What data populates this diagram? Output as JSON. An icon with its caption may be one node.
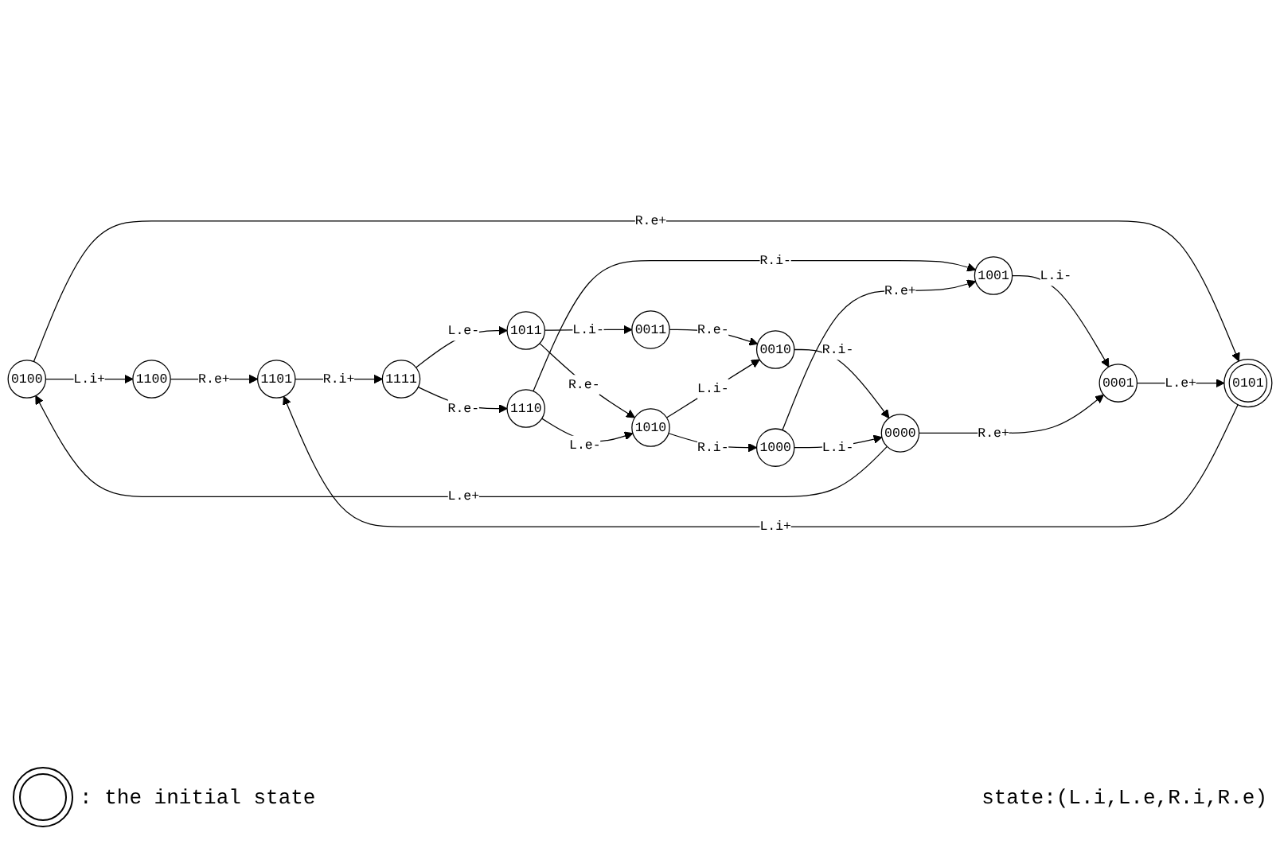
{
  "diagram": {
    "nodes": [
      {
        "text": [
          "0100"
        ]
      },
      {
        "text": [
          "1100"
        ]
      },
      {
        "text": [
          "0101"
        ]
      },
      {
        "text": [
          "1101"
        ]
      },
      {
        "text": [
          "1111"
        ]
      },
      {
        "text": [
          "1011"
        ]
      },
      {
        "text": [
          "0011"
        ]
      },
      {
        "text": [
          "1110"
        ]
      },
      {
        "text": [
          "1010"
        ]
      },
      {
        "text": [
          "0010"
        ]
      },
      {
        "text": [
          "1001"
        ]
      },
      {
        "text": [
          "1000"
        ]
      },
      {
        "text": [
          "0001"
        ]
      },
      {
        "text": [
          "0000"
        ]
      }
    ],
    "edges": [
      {
        "from": 0,
        "to": 1,
        "arrow": "to",
        "label": "L.i+"
      },
      {
        "from": 0,
        "to": 2,
        "arrow": "to",
        "label": "R.e+"
      },
      {
        "from": 1,
        "to": 3,
        "arrow": "to",
        "label": "R.e+"
      },
      {
        "from": 2,
        "to": 3,
        "arrow": "to",
        "label": "L.i+"
      },
      {
        "from": 3,
        "to": 4,
        "arrow": "to",
        "label": "R.i+"
      },
      {
        "from": 4,
        "to": 5,
        "arrow": "to",
        "label": "L.e-"
      },
      {
        "from": 5,
        "to": 6,
        "arrow": "to",
        "label": "L.i-"
      },
      {
        "from": 4,
        "to": 7,
        "arrow": "to",
        "label": "R.e-"
      },
      {
        "from": 5,
        "to": 8,
        "arrow": "to",
        "label": "R.e-"
      },
      {
        "from": 6,
        "to": 9,
        "arrow": "to",
        "label": "R.e-"
      },
      {
        "from": 7,
        "to": 8,
        "arrow": "to",
        "label": "L.e-"
      },
      {
        "from": 8,
        "to": 9,
        "arrow": "to",
        "label": "L.i-"
      },
      {
        "from": 7,
        "to": 10,
        "arrow": "to",
        "label": "R.i-"
      },
      {
        "from": 8,
        "to": 11,
        "arrow": "to",
        "label": "R.i-"
      },
      {
        "from": 11,
        "to": 10,
        "arrow": "to",
        "label": "R.e+"
      },
      {
        "from": 9,
        "to": 13,
        "arrow": "to",
        "label": "R.i-"
      },
      {
        "from": 11,
        "to": 13,
        "arrow": "to",
        "label": "L.i-"
      },
      {
        "from": 10,
        "to": 12,
        "arrow": "to",
        "label": "L.i-"
      },
      {
        "from": 13,
        "to": 12,
        "arrow": "to",
        "label": "R.e+"
      },
      {
        "from": 12,
        "to": 2,
        "arrow": "to",
        "label": "L.e+"
      },
      {
        "from": 13,
        "to": 0,
        "arrow": "to",
        "label": "L.e+"
      }
    ],
    "labels": [
      "state:(L.i,L.e,R.i,R.e)"
    ],
    "legend": [
      {
        "text": ": the initial state"
      }
    ]
  }
}
